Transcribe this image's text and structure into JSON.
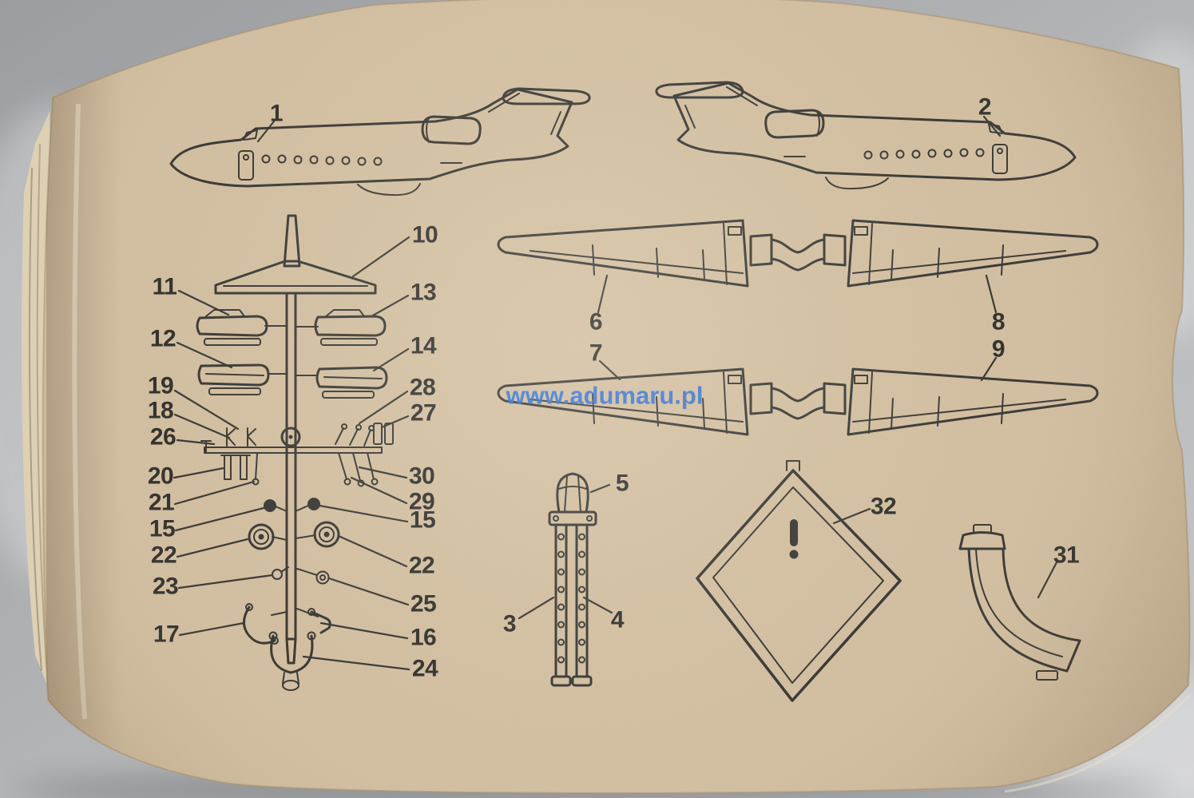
{
  "watermark": {
    "text": "www.adumaru.pl"
  },
  "labels": {
    "p1": "1",
    "p2": "2",
    "p3": "3",
    "p4": "4",
    "p5": "5",
    "p6": "6",
    "p7": "7",
    "p8": "8",
    "p9": "9",
    "p10": "10",
    "p11": "11",
    "p12": "12",
    "p13": "13",
    "p14": "14",
    "p15a": "15",
    "p15b": "15",
    "p16": "16",
    "p17": "17",
    "p18": "18",
    "p19": "19",
    "p20": "20",
    "p21": "21",
    "p22a": "22",
    "p22b": "22",
    "p23": "23",
    "p24": "24",
    "p25": "25",
    "p26": "26",
    "p27": "27",
    "p28": "28",
    "p29": "29",
    "p30": "30",
    "p31": "31",
    "p32": "32"
  },
  "colors": {
    "paper": "#d5c1a3",
    "ink": "#3b3a36",
    "watermark_blue": "#2e6fd6",
    "table": "#b4b5b7"
  }
}
